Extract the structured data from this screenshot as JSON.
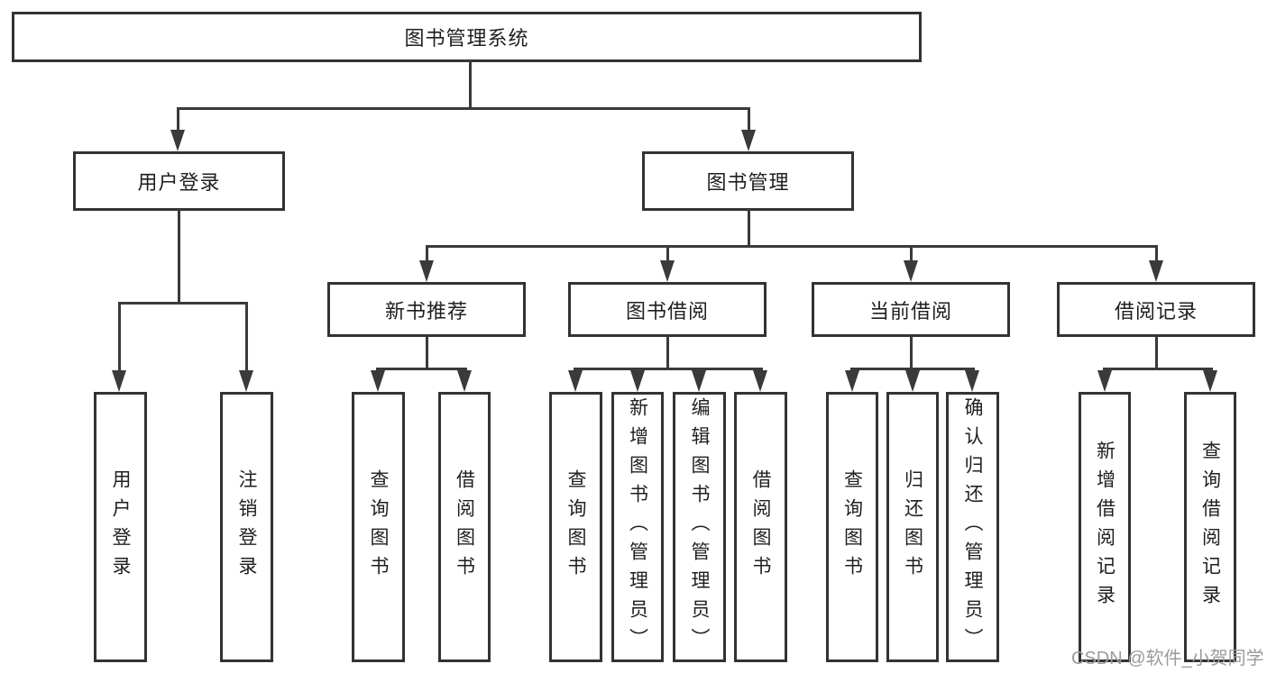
{
  "tree": {
    "root": {
      "label": "图书管理系统"
    },
    "children": [
      {
        "label": "用户登录",
        "children": [
          {
            "label": "用户登录"
          },
          {
            "label": "注销登录"
          }
        ]
      },
      {
        "label": "图书管理",
        "children": [
          {
            "label": "新书推荐",
            "children": [
              {
                "label": "查询图书"
              },
              {
                "label": "借阅图书"
              }
            ]
          },
          {
            "label": "图书借阅",
            "children": [
              {
                "label": "查询图书"
              },
              {
                "label": "新增图书（管理员）"
              },
              {
                "label": "编辑图书（管理员）"
              },
              {
                "label": "借阅图书"
              }
            ]
          },
          {
            "label": "当前借阅",
            "children": [
              {
                "label": "查询图书"
              },
              {
                "label": "归还图书"
              },
              {
                "label": "确认归还（管理员）"
              }
            ]
          },
          {
            "label": "借阅记录",
            "children": [
              {
                "label": "新增借阅记录"
              },
              {
                "label": "查询借阅记录"
              }
            ]
          }
        ]
      }
    ]
  },
  "watermark": "CSDN @软件_小贺同学",
  "colors": {
    "line": "#3a3a3a",
    "border": "#333333",
    "text": "#1f1f1f",
    "watermark_text": "#9b9b9b",
    "background": "#ffffff"
  }
}
